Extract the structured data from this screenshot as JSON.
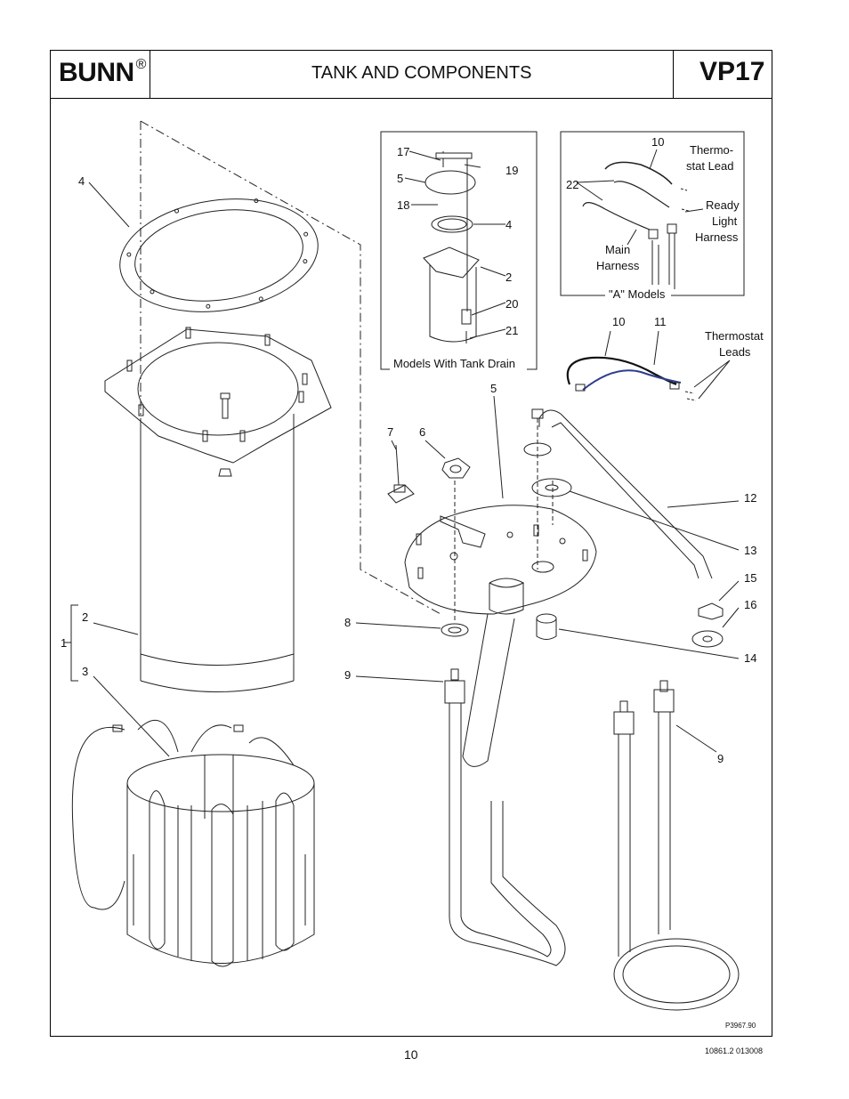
{
  "header": {
    "brand": "BUNN",
    "registered": "®",
    "title": "TANK AND COMPONENTS",
    "model": "VP17"
  },
  "callouts": {
    "c1": "1",
    "c2": "2",
    "c3": "3",
    "c4": "4",
    "c5": "5",
    "c6": "6",
    "c7": "7",
    "c8": "8",
    "c9a": "9",
    "c9b": "9",
    "c10": "10",
    "c11": "11",
    "c12": "12",
    "c13": "13",
    "c14": "14",
    "c15": "15",
    "c16": "16"
  },
  "inset_drain": {
    "caption": "Models With Tank Drain",
    "c17": "17",
    "c5": "5",
    "c18": "18",
    "c19": "19",
    "c4": "4",
    "c2": "2",
    "c20": "20",
    "c21": "21"
  },
  "inset_a": {
    "caption": "\"A\" Models",
    "c10": "10",
    "c22": "22",
    "thermostat_lead_1": "Thermo-",
    "thermostat_lead_2": "stat Lead",
    "ready_1": "Ready",
    "ready_2": "Light",
    "ready_3": "Harness",
    "main_1": "Main",
    "main_2": "Harness"
  },
  "thermostat_leads": {
    "c10": "10",
    "c11": "11",
    "line1": "Thermostat",
    "line2": "Leads"
  },
  "drawing_number": "P3967.90",
  "footer": {
    "page": "10",
    "doc": "10861.2 013008"
  },
  "colors": {
    "lead_black": "#111111",
    "lead_blue": "#2c3f8f"
  }
}
